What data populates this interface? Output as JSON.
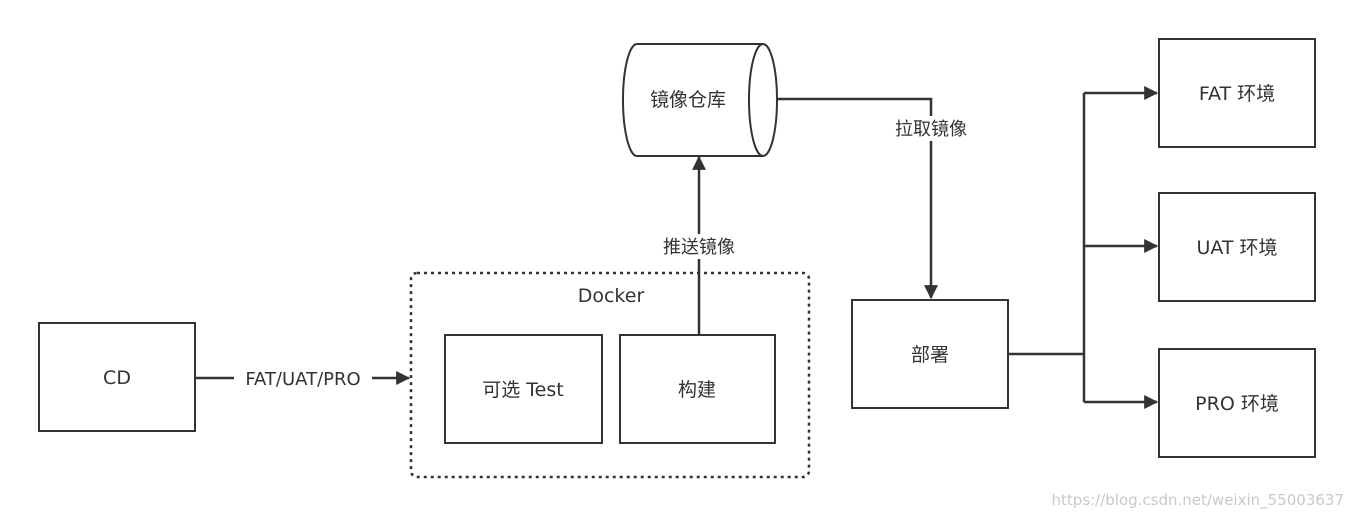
{
  "nodes": {
    "cd": "CD",
    "docker": "Docker",
    "optional_test": "可选 Test",
    "build": "构建",
    "registry": "镜像仓库",
    "deploy": "部署",
    "fat_env": "FAT 环境",
    "uat_env": "UAT 环境",
    "pro_env": "PRO 环境"
  },
  "edges": {
    "cd_to_docker": "FAT/UAT/PRO",
    "push_image": "推送镜像",
    "pull_image": "拉取镜像"
  },
  "watermark": "https://blog.csdn.net/weixin_55003637",
  "colors": {
    "stroke": "#333333",
    "text": "#333333",
    "watermark": "#c9c9c9",
    "background": "#ffffff"
  }
}
